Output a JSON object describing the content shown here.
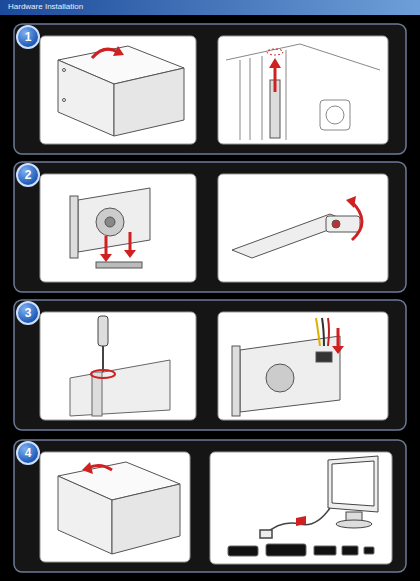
{
  "diagram": {
    "title": "Hardware Installation",
    "nodes": [
      {
        "text": [
          "1"
        ]
      },
      {
        "text": [
          "2"
        ]
      },
      {
        "text": [
          "3"
        ]
      },
      {
        "text": [
          "4"
        ]
      }
    ]
  }
}
